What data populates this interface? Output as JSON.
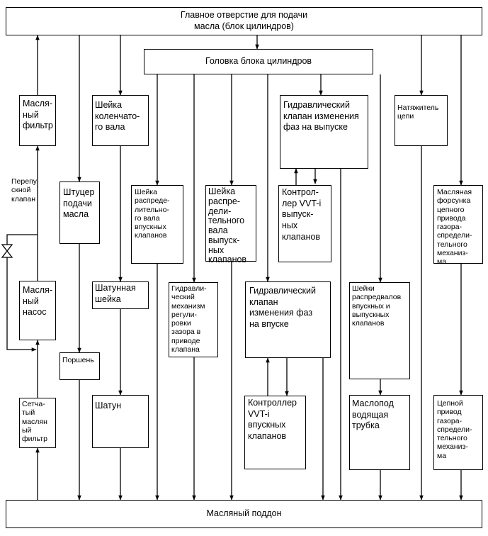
{
  "diagram": {
    "main_gallery": "Главное отверстие для подачи\nмасла (блок цилиндров)",
    "cylinder_head": "Головка блока цилиндров",
    "oil_pan": "Масляный поддон",
    "oil_filter": "Масля-\nный\nфильтр",
    "bypass_valve": "Перепу\nскной\nклапан",
    "oil_pump": "Масля-\nный\nнасос",
    "strainer": "Сетча-\nтый\nмаслян\nый\nфильтр",
    "oil_jet_fitting": "Штуцер\nподачи\nмасла",
    "piston": "Поршень",
    "crank_journal": "Шейка\nколенчато-\nго вала",
    "crank_pin": "Шатунная\nшейка",
    "conrod": "Шатун",
    "intake_cam_journal": "Шейка\nраспреде-\nлительно-\nго вала\nвпускных\nклапанов",
    "exhaust_cam_journal": "Шейка\nраспре-\nдели-\nтельного\nвала\nвыпуск-\nных\nклапанов",
    "hydraulic_lash_adjuster": "Гидравли-\nческий\nмеханизм\nрегули-\nровки\nзазора в\nприводе\nклапана",
    "exhaust_ocv": "Гидравлический\nклапан изменения\nфаз на выпуске",
    "exhaust_vvt_controller": "Контрол-\nлер VVT-i\nвыпуск-\nных\nклапанов",
    "intake_ocv": "Гидравлический\nклапан\nизменения фаз\nна впуске",
    "intake_vvt_controller": "Контроллер\nVVT-i\nвпускных\nклапанов",
    "chain_tensioner": "Натяжитель\nцепи",
    "cam_journals_both": "Шейки\nраспредвалов\nвпускных и\nвыпускных\nклапанов",
    "oil_delivery_pipe": "Маслопод\nводящая\nтрубка",
    "chain_oil_jet": "Масляная\nфорсунка\nцепного\nпривода\nгазора-\nспредели-\nтельного\nмеханиз-\nма",
    "timing_chain": "Цепной\nпривод\nгазора-\nспредели-\nтельного\nмеханиз-\nма"
  }
}
